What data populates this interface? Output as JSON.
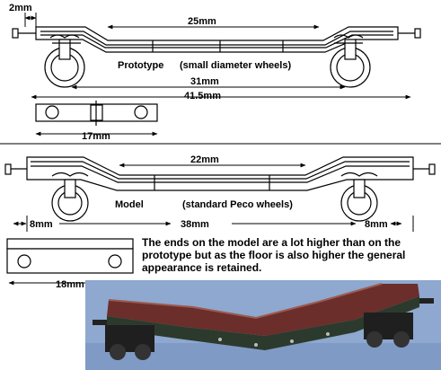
{
  "labels": {
    "prototype": "Prototype",
    "prototype_wheels": "(small diameter wheels)",
    "model": "Model",
    "model_wheels": "(standard Peco wheels)"
  },
  "dimensions": {
    "proto_end": "2mm",
    "proto_bed": "25mm",
    "proto_wheelbase": "31mm",
    "proto_overall": "41.5mm",
    "proto_floor": "17mm",
    "model_bed": "22mm",
    "model_left_end": "8mm",
    "model_middle": "38mm",
    "model_right_end": "8mm",
    "model_floor": "18mm"
  },
  "note": "The ends on the model are a lot higher than on the prototype but as the floor is also higher the general appearance is retained.",
  "colors": {
    "ink": "#000000",
    "photo_background": "#8ea8cf",
    "wagon_deck": "#6b2e2a"
  }
}
